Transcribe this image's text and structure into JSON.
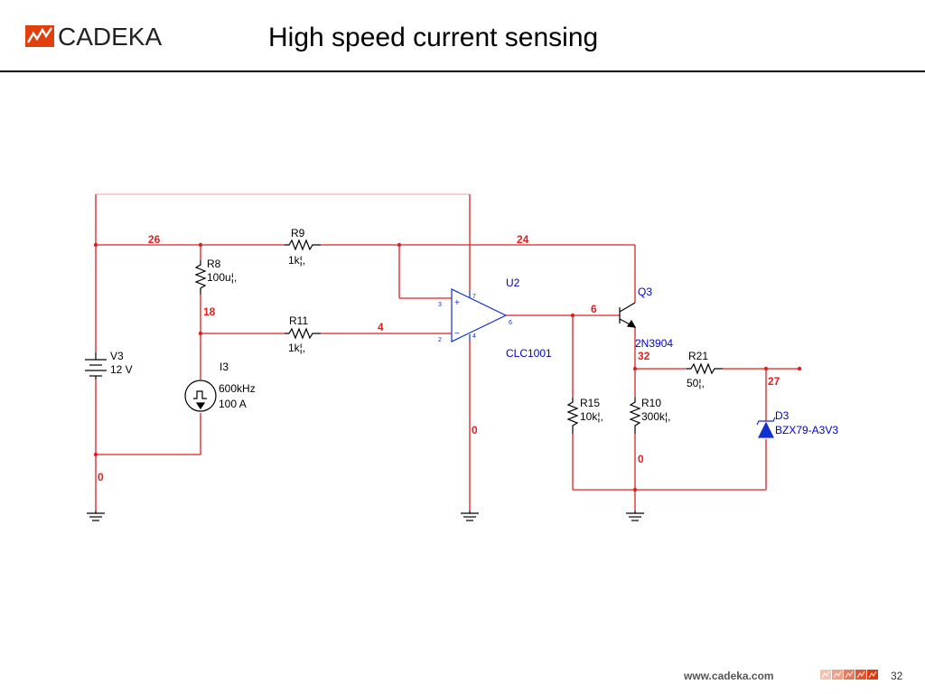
{
  "header": {
    "logo_text": "CADEKA",
    "title": "High speed current sensing"
  },
  "footer": {
    "url": "www.cadeka.com",
    "page": "32"
  },
  "colors": {
    "wire": "#e02020",
    "net_label": "#e02020",
    "component": "#000000",
    "ic_label": "#0000cc"
  },
  "schematic": {
    "components": {
      "R9": {
        "name": "R9",
        "value": "1k¦,"
      },
      "R8": {
        "name": "R8",
        "value": "100u¦,"
      },
      "R11": {
        "name": "R11",
        "value": "1k¦,"
      },
      "V3": {
        "name": "V3",
        "value": "12 V"
      },
      "I3": {
        "name": "I3",
        "freq": "600kHz",
        "value": "100 A"
      },
      "U2": {
        "name": "U2",
        "part": "CLC1001"
      },
      "Q3": {
        "name": "Q3",
        "part": "2N3904"
      },
      "R15": {
        "name": "R15",
        "value": "10k¦,"
      },
      "R10": {
        "name": "R10",
        "value": "300k¦,"
      },
      "R21": {
        "name": "R21",
        "value": "50¦,"
      },
      "D3": {
        "name": "D3",
        "part": "BZX79-A3V3"
      }
    },
    "pins": {
      "p3": "3",
      "p2": "2",
      "p7": "7",
      "p4": "4",
      "p6": "6"
    },
    "nets": {
      "n26": "26",
      "n24": "24",
      "n18": "18",
      "n4": "4",
      "n6": "6",
      "n32": "32",
      "n27": "27",
      "n0_left": "0",
      "n0_mid": "0",
      "n0_right": "0"
    }
  }
}
